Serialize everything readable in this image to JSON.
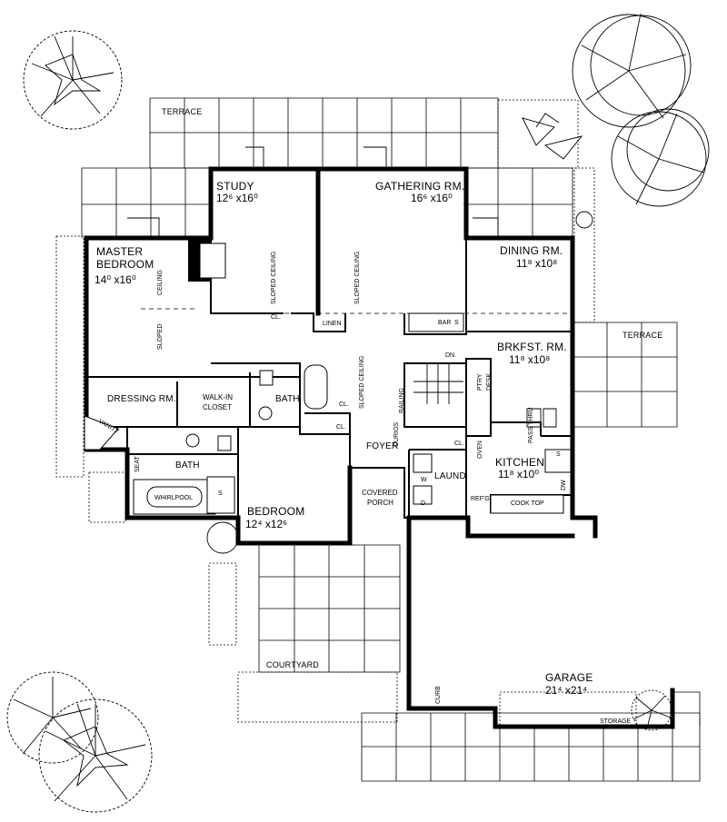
{
  "rooms": {
    "terrace_top": {
      "name": "TERRACE"
    },
    "study": {
      "name": "STUDY",
      "dims": "12⁶ x16⁰"
    },
    "gathering": {
      "name": "GATHERING RM.",
      "dims": "16⁶ x16⁰"
    },
    "master": {
      "name": "MASTER",
      "name2": "BEDROOM",
      "dims": "14⁰ x16⁰"
    },
    "dining": {
      "name": "DINING RM.",
      "dims": "11⁸ x10⁸"
    },
    "brkfst": {
      "name": "BRKFST. RM.",
      "dims": "11⁸ x10⁸"
    },
    "terrace_right": {
      "name": "TERRACE"
    },
    "dressing": {
      "name": "DRESSING RM."
    },
    "walkin": {
      "name": "WALK-IN",
      "name2": "CLOSET"
    },
    "bath_upper": {
      "name": "BATH"
    },
    "bath_lower": {
      "name": "BATH"
    },
    "foyer": {
      "name": "FOYER"
    },
    "kitchen": {
      "name": "KITCHEN",
      "dims": "11⁸ x10⁰"
    },
    "laund": {
      "name": "LAUND"
    },
    "covered_porch": {
      "name": "COVERED",
      "name2": "PORCH"
    },
    "bedroom": {
      "name": "BEDROOM",
      "dims": "12⁴ x12⁶"
    },
    "courtyard": {
      "name": "COURTYARD"
    },
    "garage": {
      "name": "GARAGE",
      "dims": "21⁴ x21⁴"
    }
  },
  "labels": {
    "linen": "LINEN",
    "cl": "CL.",
    "bar": "BAR",
    "s": "S",
    "dn": "DN.",
    "railing": "RAILING",
    "curios": "CURIOS",
    "ptry": "PTRY",
    "desk": "DESK",
    "oven": "OVEN",
    "pass_thru": "PASS THRU",
    "dw": "DW",
    "refg": "REF'G",
    "cook_top": "COOK TOP",
    "whirlpool": "WHIRLPOOL",
    "seat": "SEAT",
    "vanity": "VANITY",
    "w": "W",
    "d": "D",
    "curb": "CURB",
    "storage": "STORAGE",
    "sloped": "SLOPED",
    "sloped_ceiling": "SLOPED CEILING",
    "ceiling": "CEILING"
  }
}
